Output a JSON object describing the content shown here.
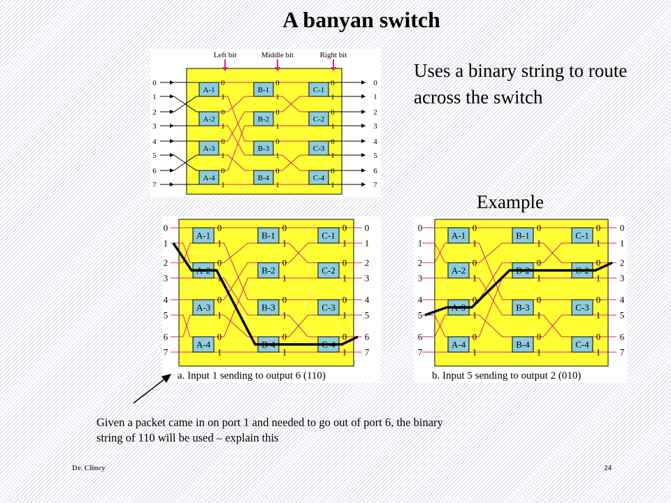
{
  "slide": {
    "title": "A banyan switch",
    "subtitle": "Uses a binary string to route across the switch",
    "example_label": "Example",
    "note": "Given a packet came in on port 1 and needed to go out of port 6, the binary string of 110 will be used – explain this",
    "footer_author": "Dr. Clincy",
    "footer_page": "24"
  },
  "top_diagram": {
    "bit_labels": [
      "Left bit",
      "Middle bit",
      "Right bit"
    ],
    "ports": [
      "0",
      "1",
      "2",
      "3",
      "4",
      "5",
      "6",
      "7"
    ]
  },
  "switch": {
    "columns": [
      [
        "A-1",
        "A-2",
        "A-3",
        "A-4"
      ],
      [
        "B-1",
        "B-2",
        "B-3",
        "B-4"
      ],
      [
        "C-1",
        "C-2",
        "C-3",
        "C-4"
      ]
    ],
    "bit_values": [
      "0",
      "1"
    ]
  },
  "examples": [
    {
      "caption": "a. Input 1 sending to output 6 (110)",
      "input": 1,
      "output": 6,
      "route": [
        "A-2",
        "B-4",
        "C-4"
      ]
    },
    {
      "caption": "b. Input 5 sending to output 2 (010)",
      "input": 5,
      "output": 2,
      "route": [
        "A-3",
        "B-2",
        "C-2"
      ]
    }
  ],
  "colors": {
    "switch_background": "#ffff33",
    "element_fill": "#8ecbdd",
    "wiring": "#e0206a",
    "bit_arrows": "#e81e8c",
    "route": "#000000"
  }
}
